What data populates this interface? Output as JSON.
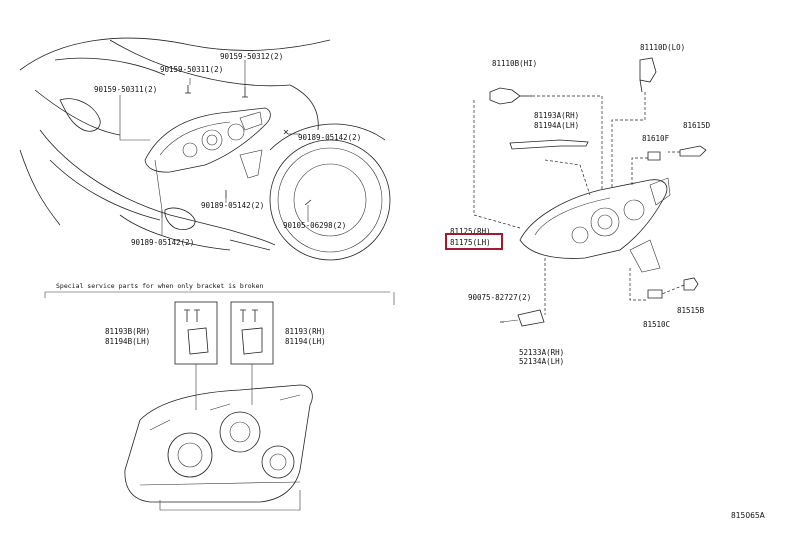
{
  "labels": {
    "p90159_50312": "90159-50312(2)",
    "p90159_50311a": "90159-50311(2)",
    "p90159_50311b": "90159-50311(2)",
    "p90189_05142a": "90189-05142(2)",
    "p90189_05142b": "90189-05142(2)",
    "p90189_05142c": "90189-05142(2)",
    "p90105_06298": "90105-06298(2)",
    "p81110B": "81110B(HI)",
    "p81110D": "81110D(LO)",
    "p81193A": "81193A(RH)",
    "p81194A": "81194A(LH)",
    "p81610F": "81610F",
    "p81615D": "81615D",
    "p81125": "81125(RH)",
    "p81175": "81175(LH)",
    "p90075": "90075-82727(2)",
    "p52133A": "52133A(RH)",
    "p52134A": "52134A(LH)",
    "p81515B": "81515B",
    "p81510C": "81510C",
    "p81193B": "81193B(RH)",
    "p81194B": "81194B(LH)",
    "p81193": "81193(RH)",
    "p81194": "81194(LH)"
  },
  "note": "Special service parts for when only bracket is broken",
  "figure_code": "815065A",
  "highlight_color": "#a01a32"
}
